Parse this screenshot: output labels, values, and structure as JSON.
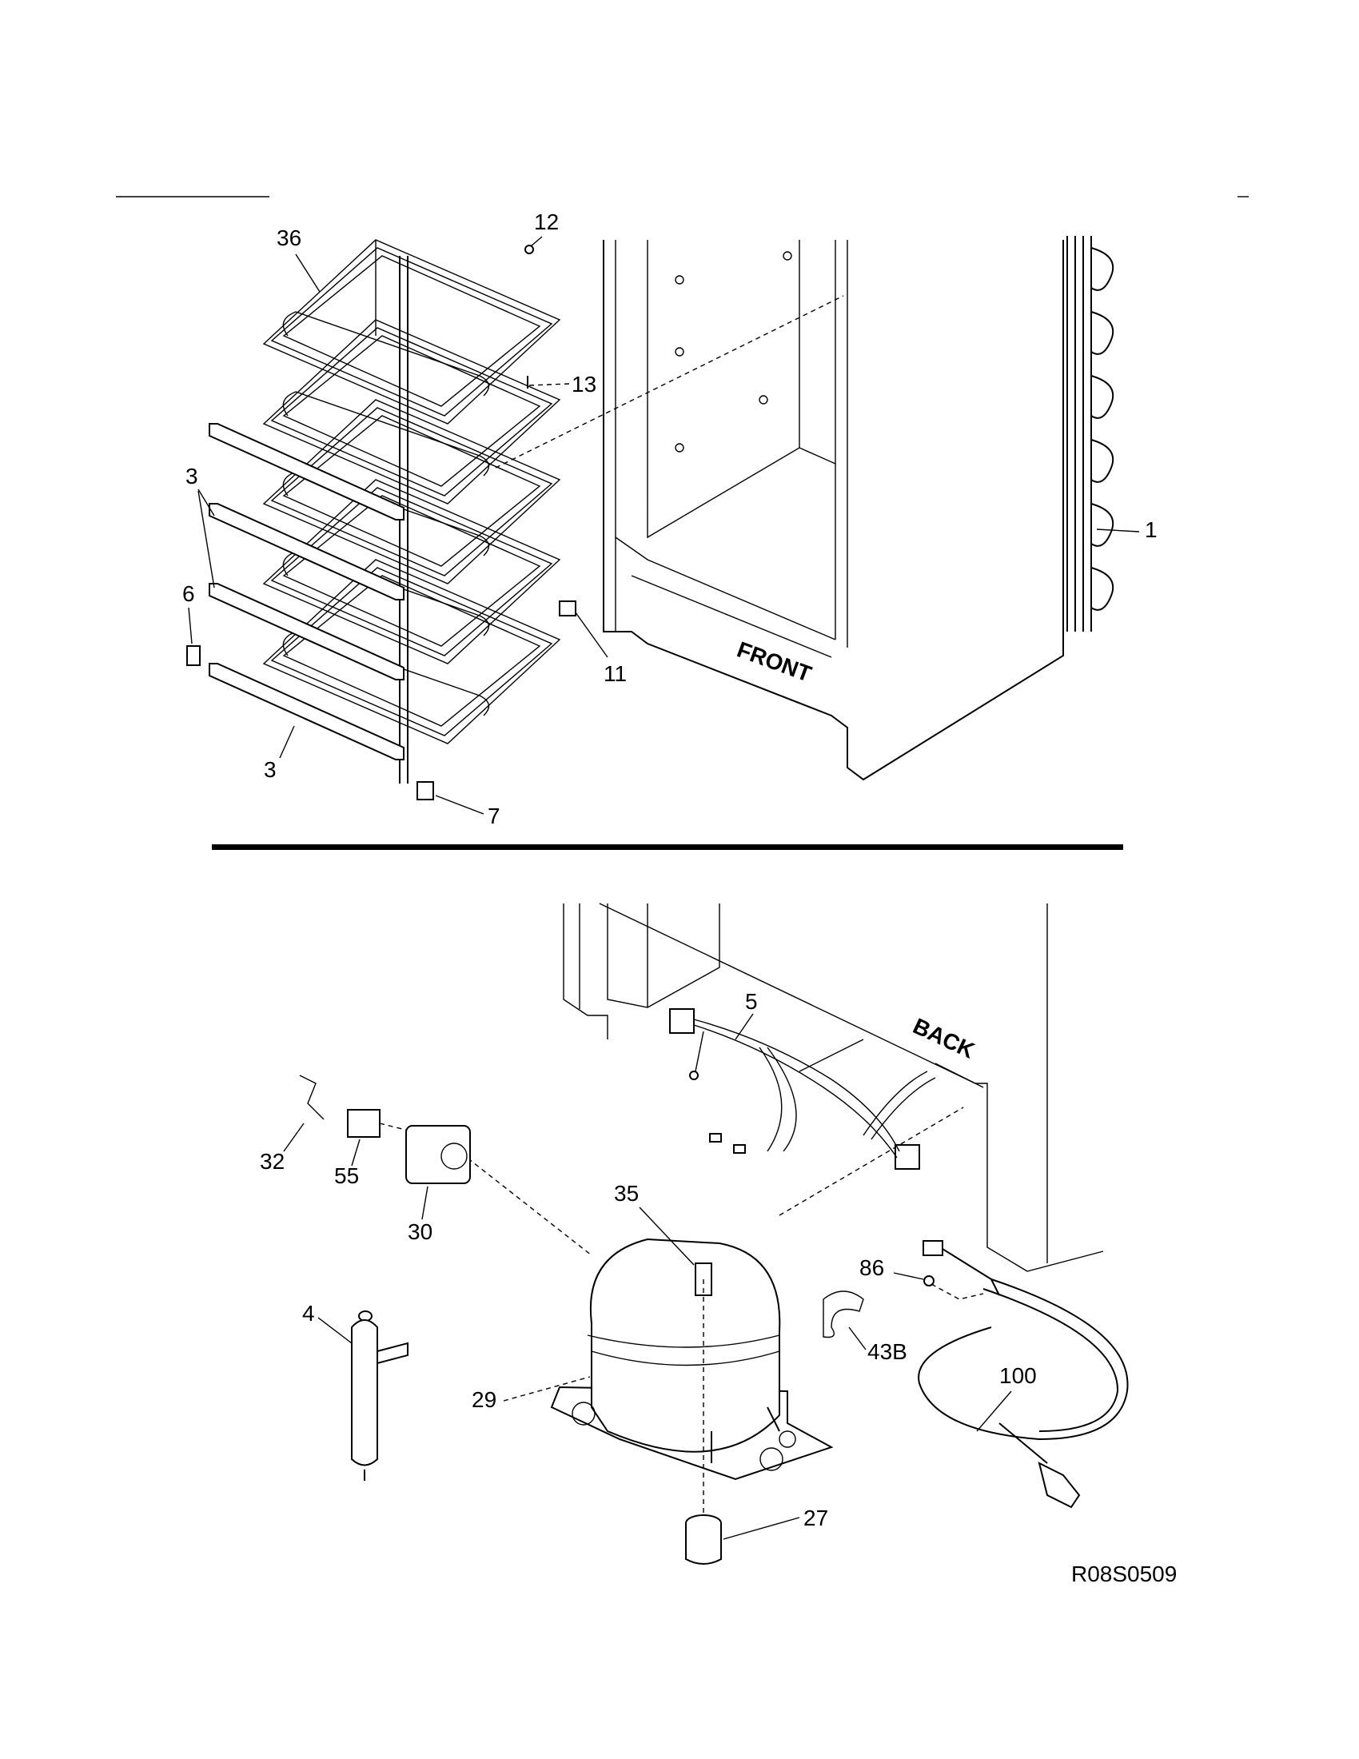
{
  "drawing_code": "R08S0509",
  "cabinet_labels": {
    "front": "FRONT",
    "back": "BACK"
  },
  "callouts": {
    "p1": "1",
    "p3a": "3",
    "p3b": "3",
    "p4": "4",
    "p5": "5",
    "p6": "6",
    "p7": "7",
    "p11": "11",
    "p12": "12",
    "p13": "13",
    "p27": "27",
    "p29": "29",
    "p30": "30",
    "p32": "32",
    "p35": "35",
    "p36": "36",
    "p43b": "43B",
    "p55": "55",
    "p86": "86",
    "p100": "100"
  }
}
